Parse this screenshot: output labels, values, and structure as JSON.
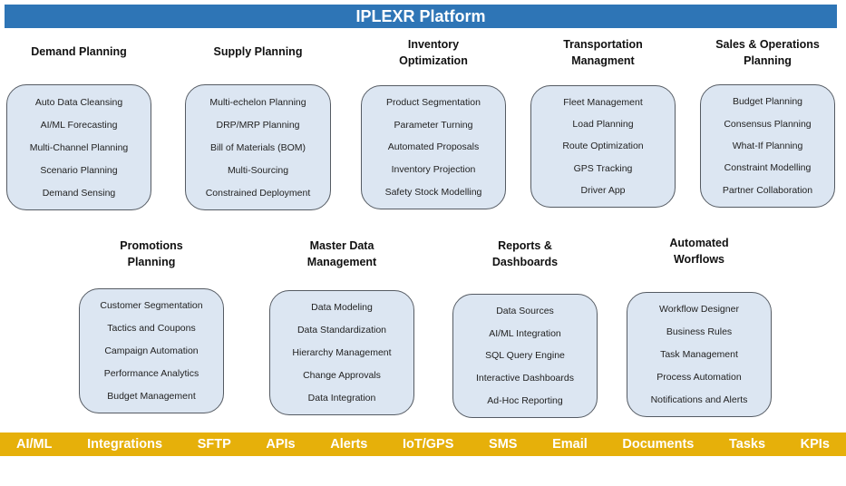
{
  "title": "IPLEXR Platform",
  "colors": {
    "title_bar": "#2e75b6",
    "box_fill": "#dce6f2",
    "box_border": "#555b63",
    "bottom_bar": "#e6b00a"
  },
  "modules": [
    {
      "heading": [
        "Demand Planning"
      ],
      "features": [
        "Auto Data Cleansing",
        "AI/ML Forecasting",
        "Multi-Channel Planning",
        "Scenario Planning",
        "Demand Sensing"
      ]
    },
    {
      "heading": [
        "Supply Planning"
      ],
      "features": [
        "Multi-echelon Planning",
        "DRP/MRP Planning",
        "Bill of Materials (BOM)",
        "Multi-Sourcing",
        "Constrained Deployment"
      ]
    },
    {
      "heading": [
        "Inventory",
        "Optimization"
      ],
      "features": [
        "Product Segmentation",
        "Parameter Turning",
        "Automated  Proposals",
        "Inventory Projection",
        "Safety Stock Modelling"
      ]
    },
    {
      "heading": [
        "Transportation",
        "Managment"
      ],
      "features": [
        "Fleet Management",
        "Load Planning",
        "Route Optimization",
        "GPS Tracking",
        "Driver App"
      ]
    },
    {
      "heading": [
        "Sales & Operations",
        "Planning"
      ],
      "features": [
        "Budget Planning",
        "Consensus Planning",
        "What-If Planning",
        "Constraint Modelling",
        "Partner Collaboration"
      ]
    },
    {
      "heading": [
        "Promotions",
        "Planning"
      ],
      "features": [
        "Customer Segmentation",
        "Tactics and Coupons",
        "Campaign Automation",
        "Performance Analytics",
        "Budget Management"
      ]
    },
    {
      "heading": [
        "Master Data",
        "Management"
      ],
      "features": [
        "Data Modeling",
        "Data Standardization",
        "Hierarchy Management",
        "Change Approvals",
        "Data Integration"
      ]
    },
    {
      "heading": [
        "Reports &",
        "Dashboards"
      ],
      "features": [
        "Data Sources",
        "AI/ML Integration",
        "SQL Query Engine",
        "Interactive Dashboards",
        "Ad-Hoc Reporting"
      ]
    },
    {
      "heading": [
        "Automated",
        "Worflows"
      ],
      "features": [
        "Workflow Designer",
        "Business Rules",
        "Task Management",
        "Process Automation",
        "Notifications and Alerts"
      ]
    }
  ],
  "bottom_bar": [
    "AI/ML",
    "Integrations",
    "SFTP",
    "APIs",
    "Alerts",
    "IoT/GPS",
    "SMS",
    "Email",
    "Documents",
    "Tasks",
    "KPIs"
  ]
}
